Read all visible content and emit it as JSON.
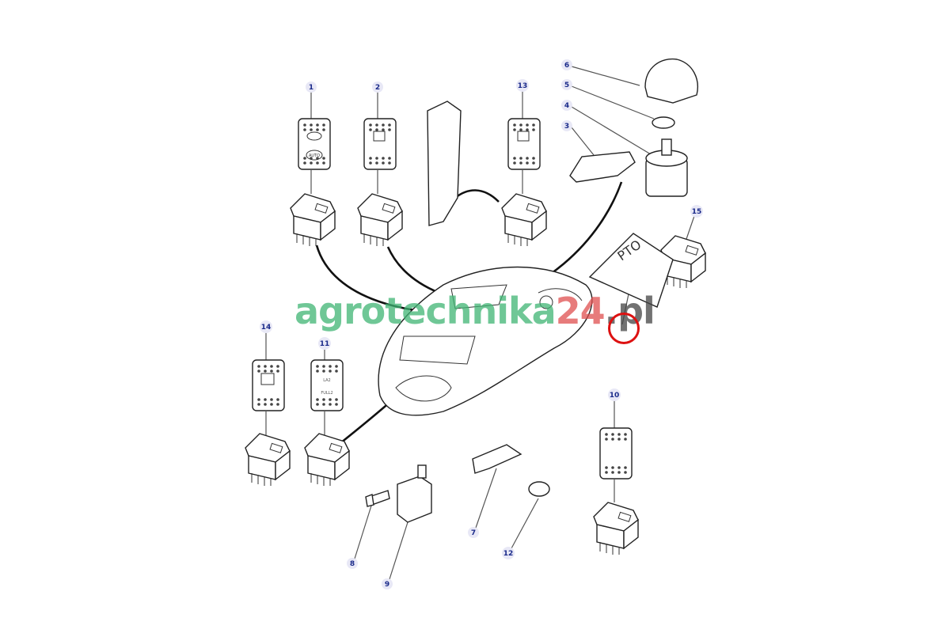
{
  "diagram": {
    "callouts": [
      "1",
      "2",
      "13",
      "6",
      "5",
      "4",
      "3",
      "15",
      "14",
      "11",
      "10",
      "8",
      "9",
      "7",
      "12"
    ],
    "decal_text": "PTO",
    "switch_texts": {
      "auto": "AUTO",
      "lift_top": "LA2",
      "lift_bottom": "FULL2"
    }
  },
  "watermark": {
    "part1": "agrotechnika",
    "part2": "24",
    "part3": ".pl"
  },
  "colors": {
    "label": "#1a2a8a",
    "label_bg": "#e8e8f6",
    "watermark_green": "#3fb574",
    "watermark_red": "#e05050"
  }
}
